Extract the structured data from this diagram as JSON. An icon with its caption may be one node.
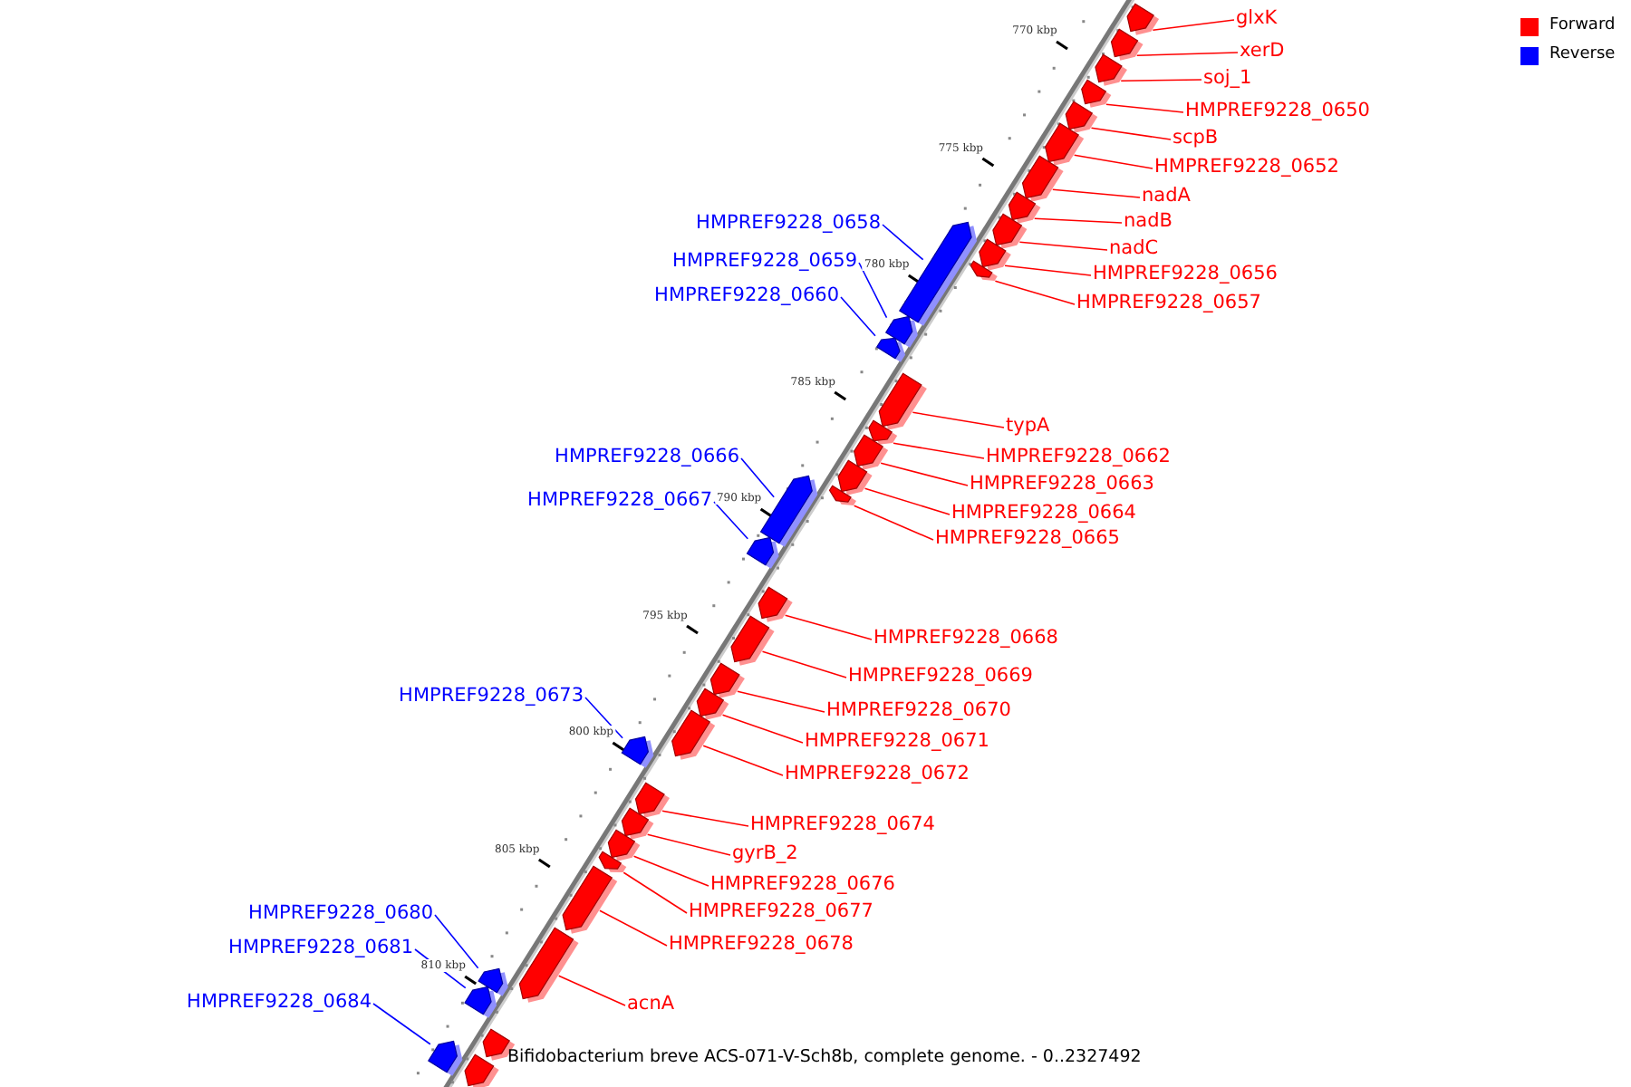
{
  "diagram": {
    "caption": "Bifidobacterium breve ACS-071-V-Sch8b, complete genome. - 0..2327492",
    "nodes": [
      {
        "text": [
          "glxK"
        ]
      },
      {
        "text": [],
        "shape": "box"
      },
      {
        "text": [
          "xerD"
        ]
      },
      {
        "text": [],
        "shape": "box"
      },
      {
        "text": [
          "soj_1"
        ]
      },
      {
        "text": [],
        "shape": "box"
      },
      {
        "text": [
          "HMPREF9228_0650"
        ]
      },
      {
        "text": [],
        "shape": "box"
      },
      {
        "text": [
          "scpB"
        ]
      },
      {
        "text": [],
        "shape": "box"
      },
      {
        "text": [
          "HMPREF9228_0652"
        ]
      },
      {
        "text": [],
        "shape": "box"
      },
      {
        "text": [
          "nadA"
        ]
      },
      {
        "text": [],
        "shape": "box"
      },
      {
        "text": [
          "nadB"
        ]
      },
      {
        "text": [],
        "shape": "box"
      },
      {
        "text": [
          "HMPREF9228_0658"
        ]
      },
      {
        "text": [],
        "shape": "box"
      },
      {
        "text": [
          "nadC"
        ]
      },
      {
        "text": [],
        "shape": "box"
      },
      {
        "text": [
          "HMPREF9228_0659"
        ]
      },
      {
        "text": [],
        "shape": "box"
      },
      {
        "text": [
          "HMPREF9228_0656"
        ]
      },
      {
        "text": [],
        "shape": "box"
      },
      {
        "text": [
          "HMPREF9228_0660"
        ]
      },
      {
        "text": [],
        "shape": "box"
      },
      {
        "text": [
          "HMPREF9228_0657"
        ]
      },
      {
        "text": [],
        "shape": "box"
      },
      {
        "text": [
          "typA"
        ]
      },
      {
        "text": [],
        "shape": "box"
      },
      {
        "text": [
          "HMPREF9228_0666"
        ]
      },
      {
        "text": [],
        "shape": "box"
      },
      {
        "text": [
          "HMPREF9228_0662"
        ]
      },
      {
        "text": [],
        "shape": "box"
      },
      {
        "text": [
          "HMPREF9228_0663"
        ]
      },
      {
        "text": [],
        "shape": "box"
      },
      {
        "text": [
          "HMPREF9228_0667"
        ]
      },
      {
        "text": [],
        "shape": "box"
      },
      {
        "text": [
          "HMPREF9228_0664"
        ]
      },
      {
        "text": [],
        "shape": "box"
      },
      {
        "text": [
          "HMPREF9228_0665"
        ]
      },
      {
        "text": [],
        "shape": "box"
      },
      {
        "text": [
          "HMPREF9228_0668"
        ]
      },
      {
        "text": [],
        "shape": "box"
      },
      {
        "text": [
          "HMPREF9228_0669"
        ]
      },
      {
        "text": [],
        "shape": "box"
      },
      {
        "text": [
          "HMPREF9228_0673"
        ]
      },
      {
        "text": [],
        "shape": "box"
      },
      {
        "text": [
          "HMPREF9228_0670"
        ]
      },
      {
        "text": [],
        "shape": "box"
      },
      {
        "text": [
          "HMPREF9228_0671"
        ]
      },
      {
        "text": [],
        "shape": "box"
      },
      {
        "text": [
          "HMPREF9228_0672"
        ]
      },
      {
        "text": [],
        "shape": "box"
      },
      {
        "text": [
          "HMPREF9228_0674"
        ]
      },
      {
        "text": [],
        "shape": "box"
      },
      {
        "text": [
          "gyrB_2"
        ]
      },
      {
        "text": [],
        "shape": "box"
      },
      {
        "text": [
          "HMPREF9228_0676"
        ]
      },
      {
        "text": [],
        "shape": "box"
      },
      {
        "text": [
          "HMPREF9228_0677"
        ]
      },
      {
        "text": [],
        "shape": "box"
      },
      {
        "text": [
          "HMPREF9228_0680"
        ]
      },
      {
        "text": [],
        "shape": "box"
      },
      {
        "text": [
          "HMPREF9228_0678"
        ]
      },
      {
        "text": [],
        "shape": "box"
      },
      {
        "text": [
          "HMPREF9228_0681"
        ]
      },
      {
        "text": [],
        "shape": "box"
      },
      {
        "text": [
          "HMPREF9228_0684"
        ]
      },
      {
        "text": [],
        "shape": "box"
      },
      {
        "text": [
          "acnA"
        ]
      },
      {
        "text": [],
        "shape": "box"
      },
      {
        "text": [],
        "shape": "box"
      },
      {
        "text": [],
        "shape": "box"
      }
    ],
    "edges": [
      {
        "from": 0,
        "to": 1,
        "arrow": "none"
      },
      {
        "from": 2,
        "to": 3,
        "arrow": "none"
      },
      {
        "from": 4,
        "to": 5,
        "arrow": "none"
      },
      {
        "from": 6,
        "to": 7,
        "arrow": "none"
      },
      {
        "from": 8,
        "to": 9,
        "arrow": "none"
      },
      {
        "from": 10,
        "to": 11,
        "arrow": "none"
      },
      {
        "from": 12,
        "to": 13,
        "arrow": "none"
      },
      {
        "from": 14,
        "to": 15,
        "arrow": "none"
      },
      {
        "from": 16,
        "to": 17,
        "arrow": "none",
        "color": "#0000ff"
      },
      {
        "from": 18,
        "to": 19,
        "arrow": "none"
      },
      {
        "from": 20,
        "to": 21,
        "arrow": "none",
        "color": "#0000ff"
      },
      {
        "from": 22,
        "to": 23,
        "arrow": "none"
      },
      {
        "from": 24,
        "to": 25,
        "arrow": "none",
        "color": "#0000ff"
      },
      {
        "from": 26,
        "to": 27,
        "arrow": "none"
      },
      {
        "from": 28,
        "to": 29,
        "arrow": "none"
      },
      {
        "from": 30,
        "to": 31,
        "arrow": "none",
        "color": "#0000ff"
      },
      {
        "from": 32,
        "to": 33,
        "arrow": "none"
      },
      {
        "from": 34,
        "to": 35,
        "arrow": "none"
      },
      {
        "from": 36,
        "to": 37,
        "arrow": "none",
        "color": "#0000ff"
      },
      {
        "from": 38,
        "to": 39,
        "arrow": "none"
      },
      {
        "from": 40,
        "to": 41,
        "arrow": "none"
      },
      {
        "from": 42,
        "to": 43,
        "arrow": "none"
      },
      {
        "from": 44,
        "to": 45,
        "arrow": "none"
      },
      {
        "from": 46,
        "to": 47,
        "arrow": "none",
        "color": "#0000ff"
      },
      {
        "from": 48,
        "to": 49,
        "arrow": "none"
      },
      {
        "from": 50,
        "to": 51,
        "arrow": "none"
      },
      {
        "from": 52,
        "to": 53,
        "arrow": "none"
      },
      {
        "from": 54,
        "to": 55,
        "arrow": "none"
      },
      {
        "from": 56,
        "to": 57,
        "arrow": "none"
      },
      {
        "from": 58,
        "to": 59,
        "arrow": "none"
      },
      {
        "from": 60,
        "to": 61,
        "arrow": "none"
      },
      {
        "from": 62,
        "to": 63,
        "arrow": "none",
        "color": "#0000ff"
      },
      {
        "from": 64,
        "to": 65,
        "arrow": "none"
      },
      {
        "from": 66,
        "to": 67,
        "arrow": "none",
        "color": "#0000ff"
      },
      {
        "from": 68,
        "to": 69,
        "arrow": "none",
        "color": "#0000ff"
      },
      {
        "from": 70,
        "to": 71,
        "arrow": "none"
      }
    ],
    "labels": [
      "770 kbp",
      "775 kbp",
      "780 kbp",
      "785 kbp",
      "790 kbp",
      "795 kbp",
      "800 kbp",
      "805 kbp",
      "810 kbp"
    ],
    "legend": [
      {
        "text": "Forward",
        "color": "#ff0000"
      },
      {
        "text": "Reverse",
        "color": "#0000ff"
      }
    ]
  }
}
